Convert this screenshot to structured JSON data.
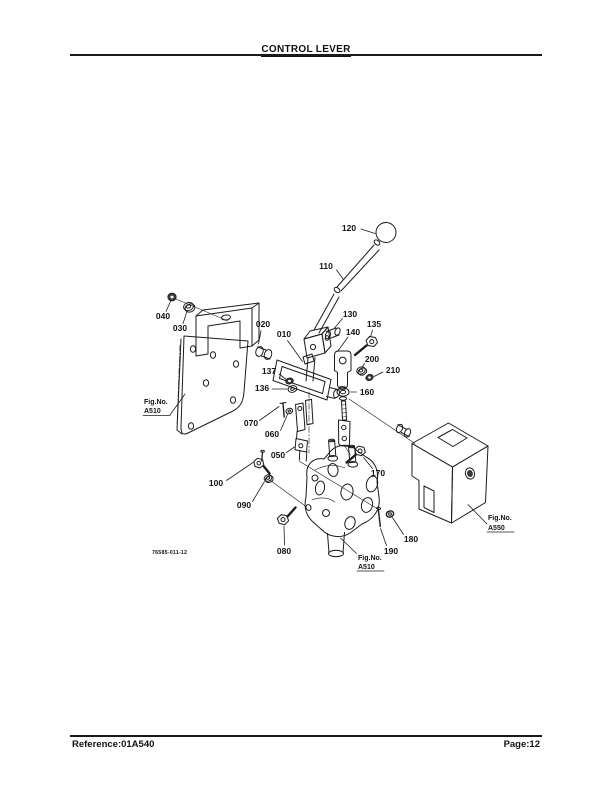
{
  "header": {
    "title": "CONTROL LEVER"
  },
  "footer": {
    "reference": "Reference:01A540",
    "page": "Page:12"
  },
  "diagram": {
    "drawing_number": "76585-011-12",
    "callouts": [
      {
        "id": "120"
      },
      {
        "id": "110"
      },
      {
        "id": "130"
      },
      {
        "id": "135"
      },
      {
        "id": "140"
      },
      {
        "id": "020"
      },
      {
        "id": "010"
      },
      {
        "id": "200"
      },
      {
        "id": "210"
      },
      {
        "id": "137"
      },
      {
        "id": "136"
      },
      {
        "id": "160"
      },
      {
        "id": "040"
      },
      {
        "id": "030"
      },
      {
        "id": "070"
      },
      {
        "id": "060"
      },
      {
        "id": "050"
      },
      {
        "id": "100"
      },
      {
        "id": "090"
      },
      {
        "id": "080"
      },
      {
        "id": "170"
      },
      {
        "id": "180"
      },
      {
        "id": "190"
      }
    ],
    "fig_refs": [
      {
        "line1": "Fig.No.",
        "line2": "A510"
      },
      {
        "line1": "Fig.No.",
        "line2": "A510"
      },
      {
        "line1": "Fig.No.",
        "line2": "A550"
      }
    ]
  }
}
